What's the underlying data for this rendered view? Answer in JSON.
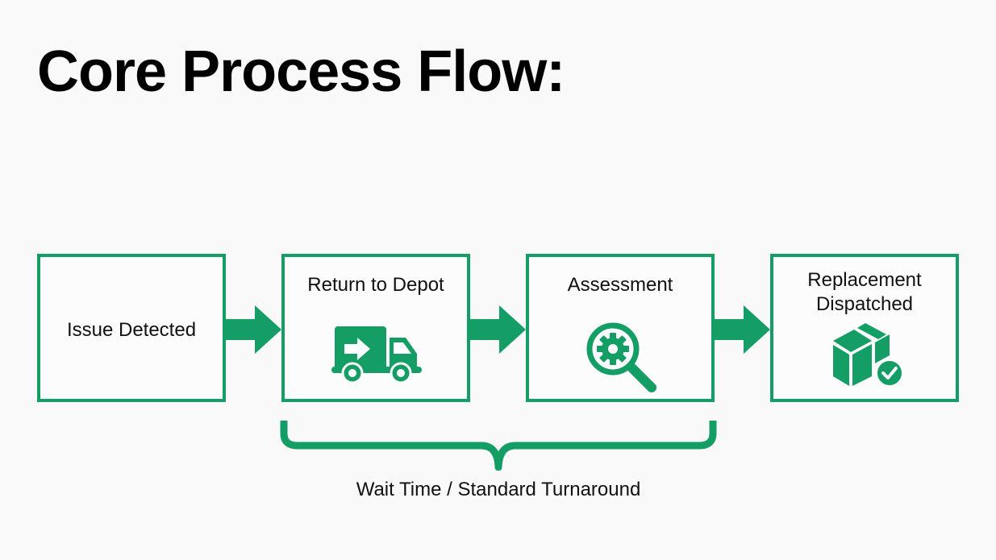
{
  "title": "Core Process Flow:",
  "colors": {
    "accent": "#149e65",
    "text": "#111111",
    "background": "#f9f9f9"
  },
  "steps": [
    {
      "label": "Issue Detected",
      "icon": null
    },
    {
      "label": "Return to Depot",
      "icon": "delivery-truck-icon"
    },
    {
      "label": "Assessment",
      "icon": "magnifier-gear-icon"
    },
    {
      "label": "Replacement Dispatched",
      "icon": "package-check-icon"
    }
  ],
  "bracket": {
    "spans_steps": [
      "Return to Depot",
      "Assessment"
    ],
    "label": "Wait Time / Standard Turnaround"
  }
}
